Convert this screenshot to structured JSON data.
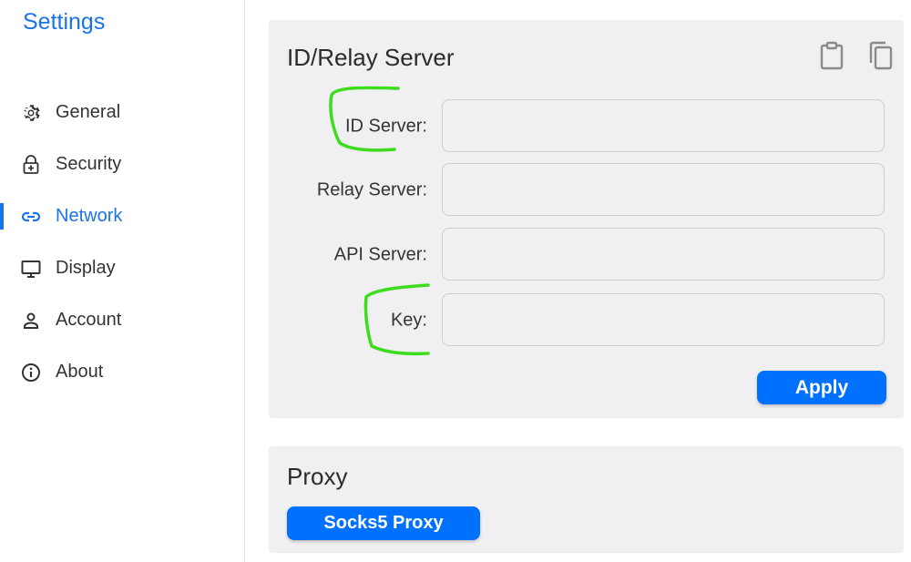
{
  "sidebar": {
    "title": "Settings",
    "items": [
      {
        "label": "General",
        "icon": "gear-icon"
      },
      {
        "label": "Security",
        "icon": "lock-icon"
      },
      {
        "label": "Network",
        "icon": "link-icon",
        "active": true
      },
      {
        "label": "Display",
        "icon": "monitor-icon"
      },
      {
        "label": "Account",
        "icon": "person-icon"
      },
      {
        "label": "About",
        "icon": "info-icon"
      }
    ]
  },
  "server_card": {
    "title": "ID/Relay Server",
    "actions": [
      "clipboard-icon",
      "copy-icon"
    ],
    "fields": [
      {
        "label": "ID Server:",
        "value": "",
        "placeholder": ""
      },
      {
        "label": "Relay Server:",
        "value": "",
        "placeholder": ""
      },
      {
        "label": "API Server:",
        "value": "",
        "placeholder": ""
      },
      {
        "label": "Key:",
        "value": "",
        "placeholder": ""
      }
    ],
    "apply_label": "Apply"
  },
  "proxy_card": {
    "title": "Proxy",
    "button_label": "Socks5 Proxy"
  },
  "colors": {
    "accent": "#1a73e8",
    "button": "#0071ff",
    "card_bg": "#f0f0f2",
    "annotation": "#3ddc1c"
  }
}
